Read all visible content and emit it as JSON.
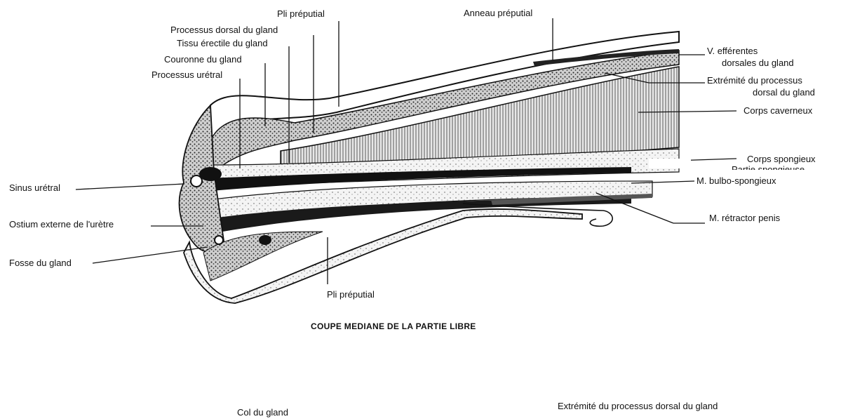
{
  "labels": {
    "pli_preputial_top": "Pli préputial",
    "anneau_preputial": "Anneau préputial",
    "processus_dorsal": "Processus dorsal du gland",
    "tissu_erectile": "Tissu érectile du gland",
    "couronne": "Couronne du gland",
    "processus_uretral": "Processus urétral",
    "v_efferentes_1": "V. efférentes",
    "v_efferentes_2": "dorsales du gland",
    "extremite_1": "Extrémité du processus",
    "extremite_2": "dorsal du gland",
    "corps_caverneux": "Corps caverneux",
    "corps_spongieux": "Corps spongieux",
    "partie_spongieuse": "Partie spongieuse",
    "sinus_uretral": "Sinus urétral",
    "ostium": "Ostium externe de l'urètre",
    "fosse": "Fosse du gland",
    "bulbo": "M. bulbo-spongieux",
    "retractor": "M. rétractor penis",
    "pli_preputial_bottom": "Pli préputial"
  },
  "caption": "COUPE MEDIANE DE LA PARTIE LIBRE",
  "footer": {
    "col_du_gland": "Col du gland",
    "extremite_processus": "Extrémité du processus dorsal du gland"
  }
}
